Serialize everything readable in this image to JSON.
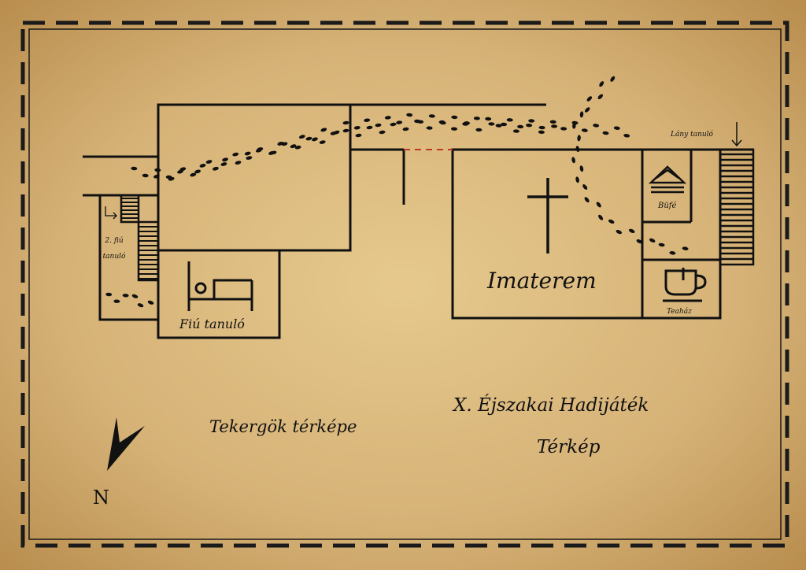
{
  "rooms": {
    "prayer_room": "Imaterem",
    "boys_room": "Fiú tanuló",
    "second_boys_room": "2. fiú tanuló",
    "girls_room": "Lány tanuló",
    "buffet": "Büfé",
    "teahouse": "Teaház"
  },
  "titles": {
    "left": "Tekergök térképe",
    "main_line1": "X. Éjszakai Hadijáték",
    "main_line2": "Térkép"
  },
  "compass": {
    "label": "N"
  },
  "colors": {
    "parchment": "#d9b57a",
    "ink": "#111111",
    "border": "#1a1a1a",
    "door_red": "#c0392b"
  },
  "icons": [
    "cross-icon",
    "bed-icon",
    "sandwich-icon",
    "teacup-icon",
    "north-arrow-icon",
    "footprint-icon"
  ]
}
